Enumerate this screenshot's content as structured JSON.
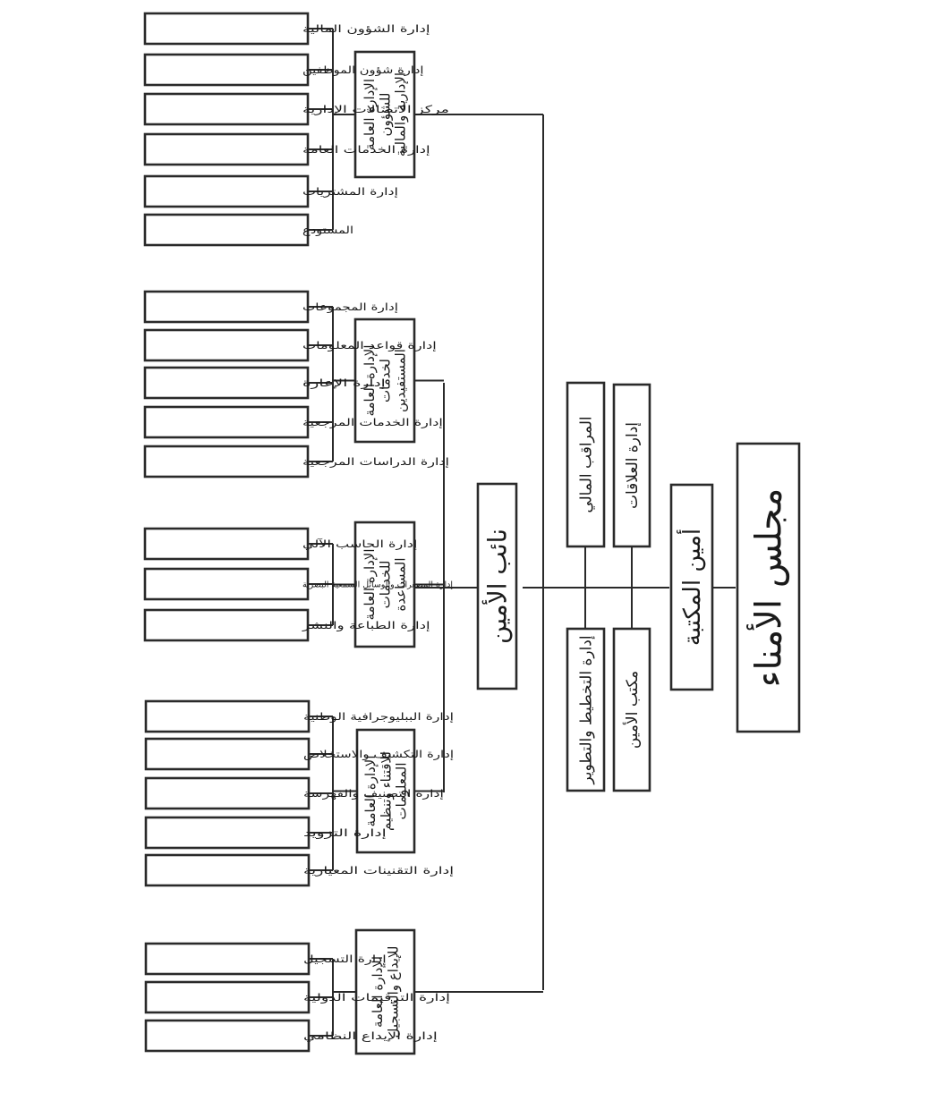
{
  "board": {
    "text": "مجلس الأمناء"
  },
  "secretary_general": {
    "text": "أمين المكتبة"
  },
  "staff_units": [
    {
      "text": "إدارة العلاقات"
    },
    {
      "text": "المراقب المالي"
    },
    {
      "text": "مكتب الأمين"
    },
    {
      "text": "إدارة التخطيط والتطوير"
    }
  ],
  "deputy": {
    "text": "نائب الأمين"
  },
  "general_departments": [
    {
      "lines": [
        "الإدارة العامة",
        "للشؤون",
        "الإدارية والمالية"
      ],
      "sub_units": [
        "إدارة الشؤون المالية",
        "إدارة شؤون الموظفين",
        "مركز الاتصالات الإدارية",
        "إدارة الخدمات العامة",
        "إدارة المشتريات",
        "المستودع"
      ]
    },
    {
      "lines": [
        "الإدارة العامة",
        "لخدمات",
        "المستفيدين"
      ],
      "sub_units": [
        "إدارة المجموعات",
        "إدارة قواعد المعلومات",
        "إدارة الإعارة",
        "إدارة الخدمات المرجعية",
        "إدارة الدراسات المرجعية"
      ]
    },
    {
      "lines": [
        "الإدارة العامة",
        "للخدمات",
        "المساعدة"
      ],
      "sub_units": [
        "إدارة الحاسب الآلي",
        "إدارة المصغرات والوسائل السمعية البصرية",
        "إدارة الطباعة والنشر"
      ]
    },
    {
      "lines": [
        "الإدارة العامة",
        "للاقتناء وتنظيم",
        "المعلومات"
      ],
      "sub_units": [
        "إدارة الببليوجرافية الوطنية",
        "إدارة التكشيف والاستخلاص",
        "إدارة التصنيف والفهرسة",
        "إدارة التزويد",
        "إدارة التقنينات المعيارية"
      ]
    },
    {
      "lines": [
        "الإدارة العامة",
        "للإيداع والتسجيل"
      ],
      "sub_units": [
        "إدارة التسجيل",
        "إدارة الترقيمات الدولية",
        "إدارة الإيداع النظامي"
      ]
    }
  ]
}
